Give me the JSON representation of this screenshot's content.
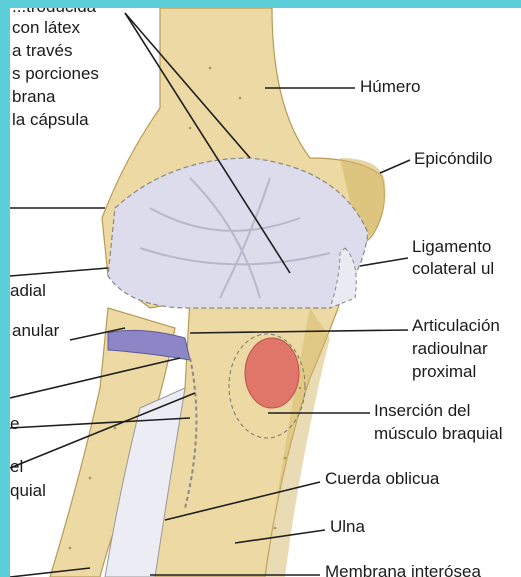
{
  "colors": {
    "frame": "#5ccfd8",
    "bone": "#ecd9a3",
    "bone_shadow": "#d4b868",
    "capsule": "#dcdcec",
    "annular_ligament": "#8c86c6",
    "brachialis_insertion": "#e0756a"
  },
  "labels": {
    "tl_line0": "...troducida",
    "tl_line1": "con látex",
    "tl_line2": "a través",
    "tl_line3": "s porciones",
    "tl_line4": "brana",
    "tl_line5": "la cápsula",
    "humero": "Húmero",
    "epicondilo": "Epicóndilo",
    "ligamento_line1": "Ligamento",
    "ligamento_line2": "colateral ul",
    "radial": "adial",
    "anular": "anular",
    "articulacion_line1": "Articulación",
    "articulacion_line2": "radioulnar",
    "articulacion_line3": "proximal",
    "left_e": "e",
    "insercion_line1": "Inserción del",
    "insercion_line2": "músculo braquial",
    "left_el": "el",
    "left_quial": "quial",
    "cuerda": "Cuerda oblicua",
    "ulna": "Ulna",
    "membrana": "Membrana interósea"
  },
  "icons": [
    "elbow-anatomy-illustration"
  ]
}
